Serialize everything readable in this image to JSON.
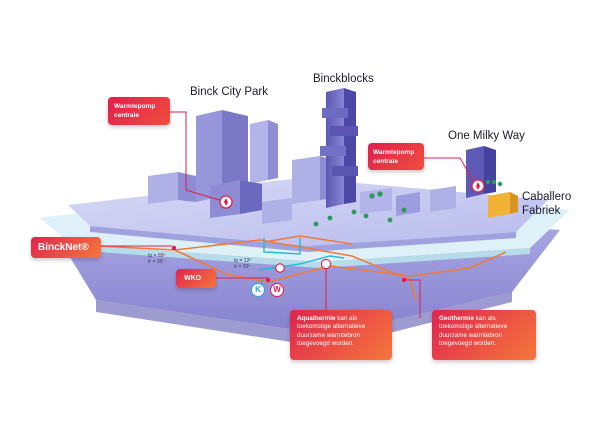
{
  "sites": {
    "binck_city_park": "Binck City Park",
    "binckblocks": "Binckblocks",
    "one_milky_way": "One Milky Way",
    "caballero_line1": "Caballero",
    "caballero_line2": "Fabriek"
  },
  "callouts": {
    "warmtepomp_left": {
      "line1": "Warmtepomp",
      "line2": "centrale"
    },
    "warmtepomp_right": {
      "line1": "Warmtepomp",
      "line2": "centrale"
    },
    "bincknet": "BinckNet®",
    "wko": "WKO",
    "aquathermie": {
      "bold": "Aquathermie",
      "rest_line1": " kan als",
      "lines": [
        "toekomstige alternatieve",
        "duurzame warmtebron",
        "toegevoegd worden."
      ]
    },
    "geothermie": {
      "bold": "Geothermie",
      "rest_line1": " kan als",
      "lines": [
        "toekomstige alternatieve",
        "duurzame warmtebron",
        "toegevoegd worden."
      ]
    }
  },
  "temps": {
    "net_supply": "tp = 65º",
    "net_return": "tr = 35º",
    "wko_supply": "tp = 12º",
    "wko_return": "tr = 20º"
  },
  "badges": {
    "koud": "K",
    "warm": "W"
  },
  "colors": {
    "building": "#7a78c4",
    "building_light": "#aeb0e6",
    "platform": "#c9ccf0",
    "water": "#dff1f8",
    "underground": "#8b88d6",
    "pipe_orange": "#f07a3a",
    "pipe_cyan": "#22b8d6",
    "callout_red": "#e01e4c",
    "koud_blue": "#2aa8e0",
    "warm_red": "#e01e4c"
  }
}
